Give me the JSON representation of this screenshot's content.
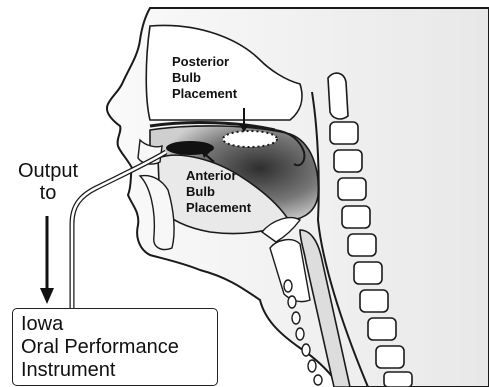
{
  "labels": {
    "posterior": [
      "Posterior",
      "Bulb",
      "Placement"
    ],
    "anterior": [
      "Anterior",
      "Bulb",
      "Placement"
    ],
    "output": [
      "Output",
      "to"
    ],
    "instrument": [
      "Iowa",
      "Oral Performance",
      "Instrument"
    ]
  },
  "colors": {
    "outline": "#1a1a1a",
    "skin": "#f2f2f2",
    "cavity_dark": "#3a3a3a",
    "cavity_light": "#d8d8d8",
    "bulb": "#111111",
    "spine": "#ffffff"
  }
}
